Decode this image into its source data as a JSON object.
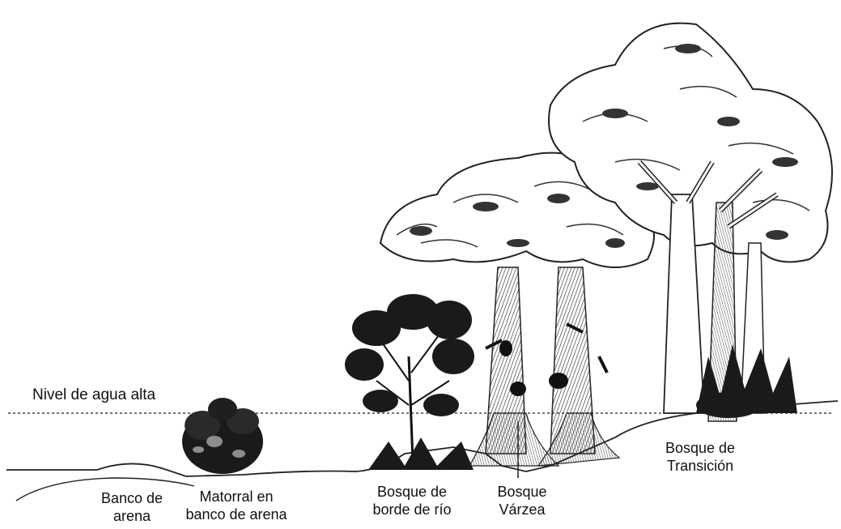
{
  "water_level_label": "Nivel de agua alta",
  "zones": [
    {
      "id": "banco-de-arena",
      "label": "Banco de\narena"
    },
    {
      "id": "matorral",
      "label": "Matorral en\nbanco de arena"
    },
    {
      "id": "bosque-borde-rio",
      "label": "Bosque de\nborde de río"
    },
    {
      "id": "bosque-varzea",
      "label": "Bosque\nVárzea"
    },
    {
      "id": "bosque-transicion",
      "label": "Bosque de\nTransición"
    }
  ],
  "colors": {
    "ink": "#111111",
    "background": "#ffffff",
    "foliage": "#1a1a1a"
  }
}
